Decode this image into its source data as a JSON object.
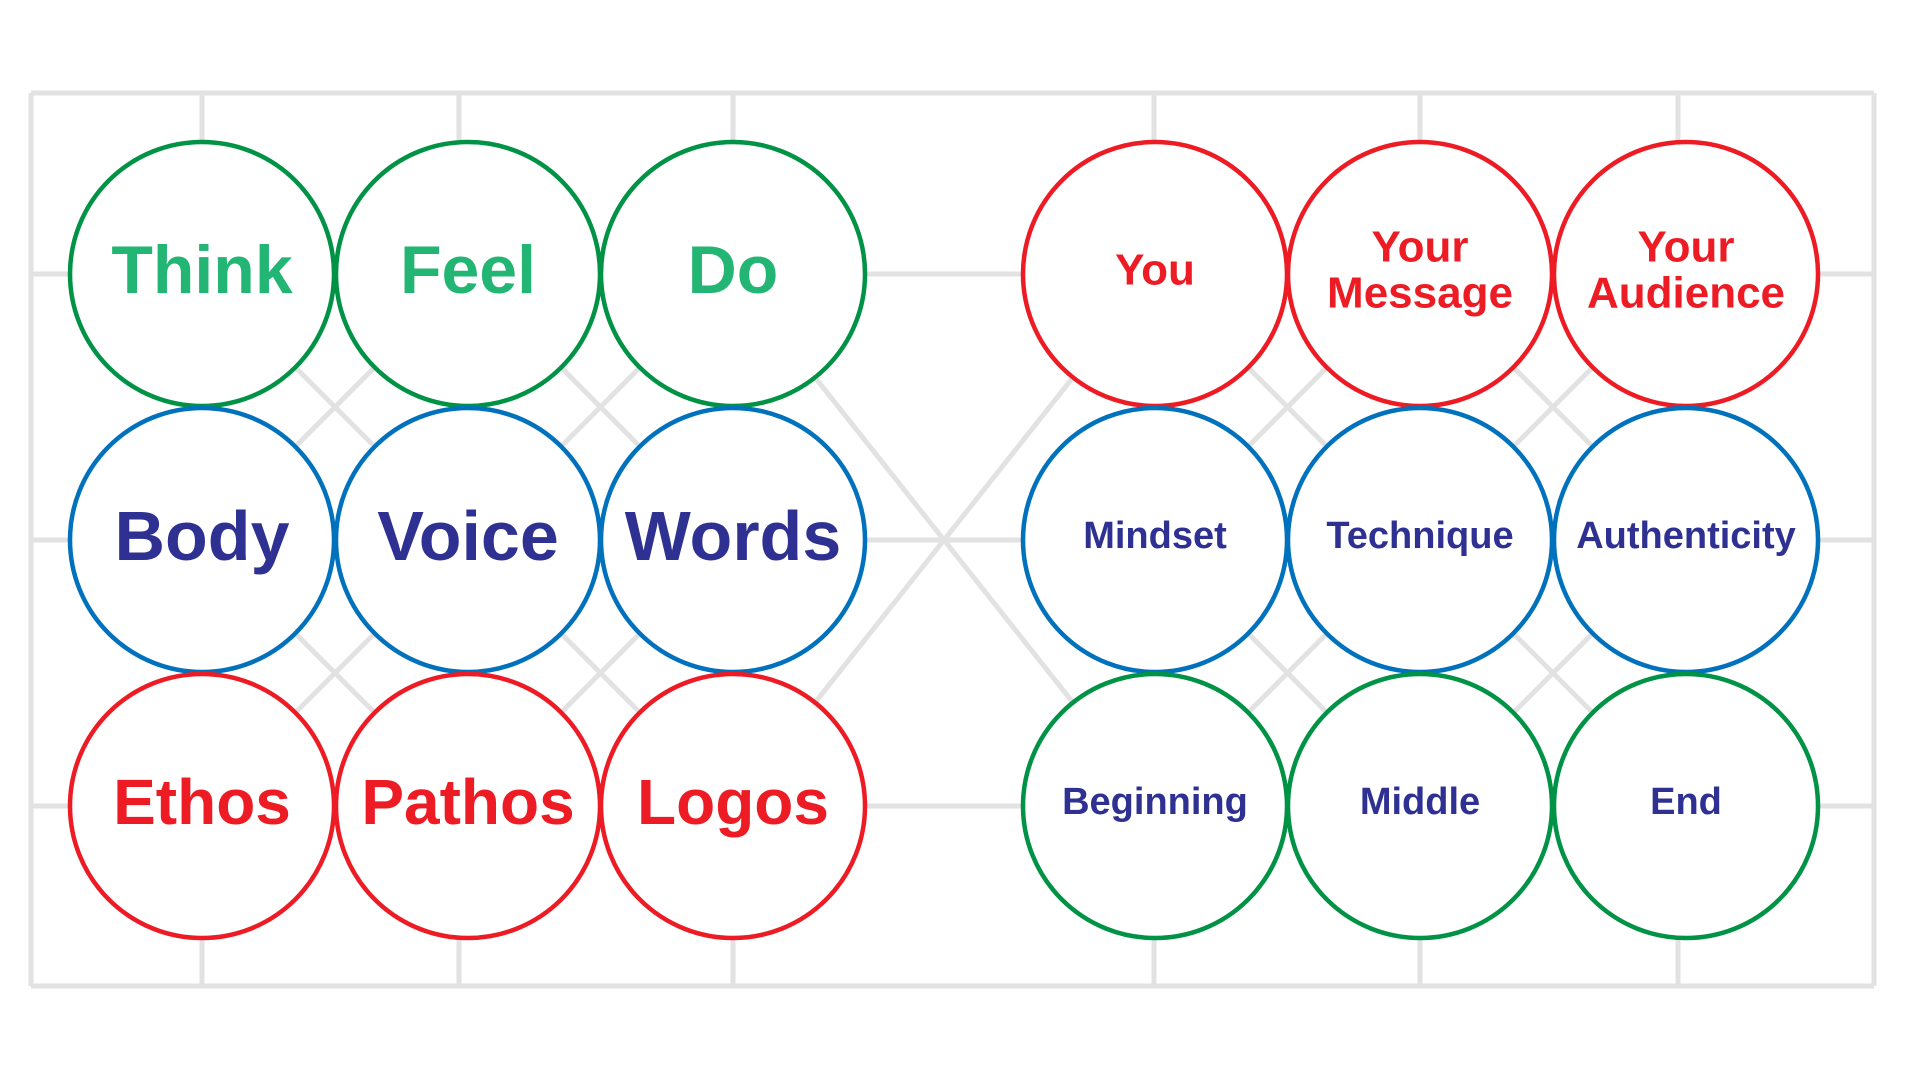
{
  "colors": {
    "green_stroke": "#009245",
    "green_text": "#22b573",
    "blue_stroke": "#0071bc",
    "navy_text": "#2e3192",
    "red": "#ed1c24",
    "grid": "#e2e2e2"
  },
  "left_grid": [
    [
      {
        "label": "Think",
        "ring": "green"
      },
      {
        "label": "Feel",
        "ring": "green"
      },
      {
        "label": "Do",
        "ring": "green"
      }
    ],
    [
      {
        "label": "Body",
        "ring": "blue"
      },
      {
        "label": "Voice",
        "ring": "blue"
      },
      {
        "label": "Words",
        "ring": "blue"
      }
    ],
    [
      {
        "label": "Ethos",
        "ring": "red"
      },
      {
        "label": "Pathos",
        "ring": "red"
      },
      {
        "label": "Logos",
        "ring": "red"
      }
    ]
  ],
  "right_grid": [
    [
      {
        "label": "You",
        "ring": "red"
      },
      {
        "label": [
          "Your",
          "Message"
        ],
        "ring": "red"
      },
      {
        "label": [
          "Your",
          "Audience"
        ],
        "ring": "red"
      }
    ],
    [
      {
        "label": "Mindset",
        "ring": "blue"
      },
      {
        "label": "Technique",
        "ring": "blue"
      },
      {
        "label": "Authenticity",
        "ring": "blue"
      }
    ],
    [
      {
        "label": "Beginning",
        "ring": "green"
      },
      {
        "label": "Middle",
        "ring": "green"
      },
      {
        "label": "End",
        "ring": "green"
      }
    ]
  ]
}
